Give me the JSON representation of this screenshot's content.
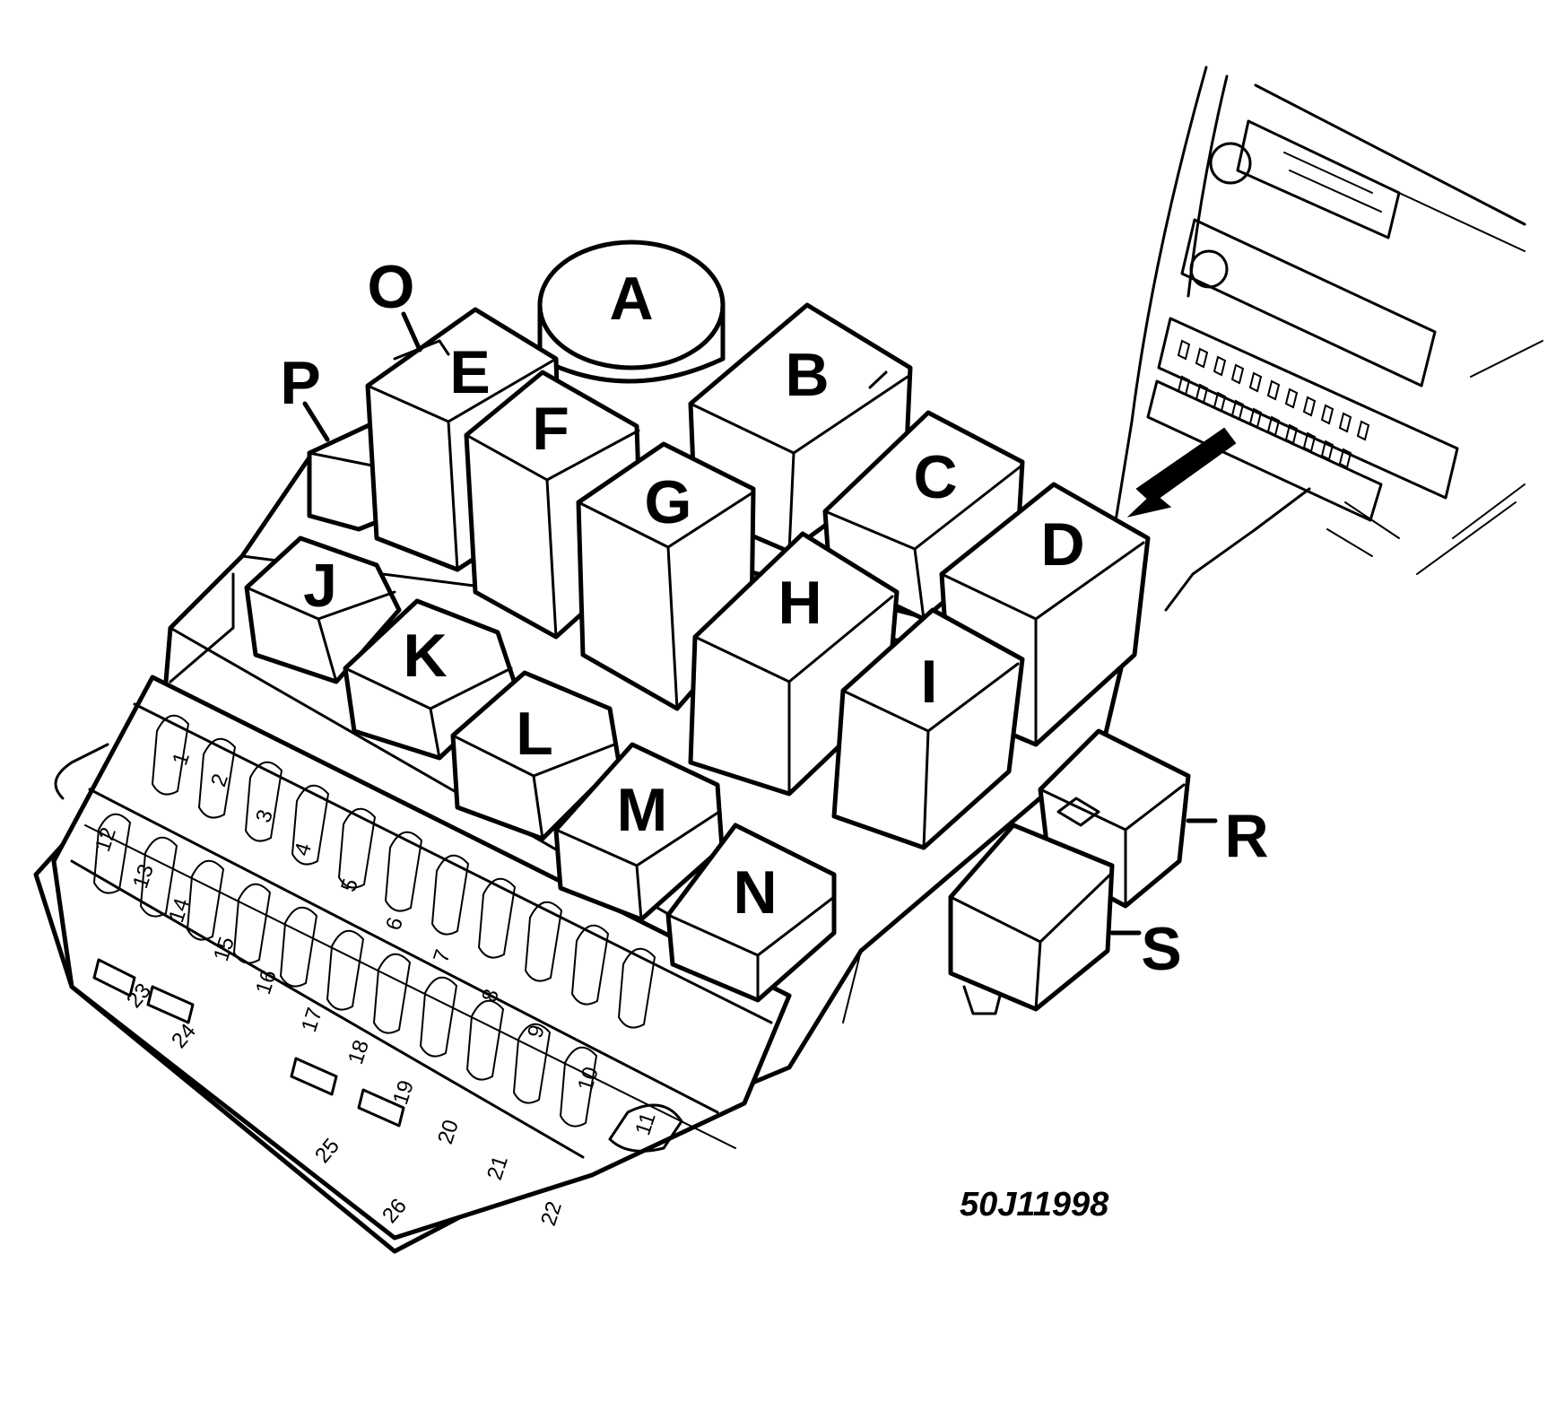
{
  "figure": {
    "reference": "50J11998"
  },
  "callouts": {
    "A": "A",
    "B": "B",
    "C": "C",
    "D": "D",
    "E": "E",
    "F": "F",
    "G": "G",
    "H": "H",
    "I": "I",
    "J": "J",
    "K": "K",
    "L": "L",
    "M": "M",
    "N": "N",
    "O": "O",
    "P": "P",
    "R": "R",
    "S": "S"
  },
  "fuses": {
    "top_row": [
      "1",
      "2",
      "3",
      "4",
      "5",
      "6",
      "7",
      "8",
      "9",
      "10",
      "11"
    ],
    "bottom_row": [
      "12",
      "13",
      "14",
      "15",
      "16",
      "17",
      "18",
      "19",
      "20",
      "21",
      "22"
    ],
    "bottom_edge": [
      "23",
      "24",
      "25",
      "26"
    ]
  },
  "colors": {
    "ink": "#000000",
    "paper": "#ffffff"
  }
}
